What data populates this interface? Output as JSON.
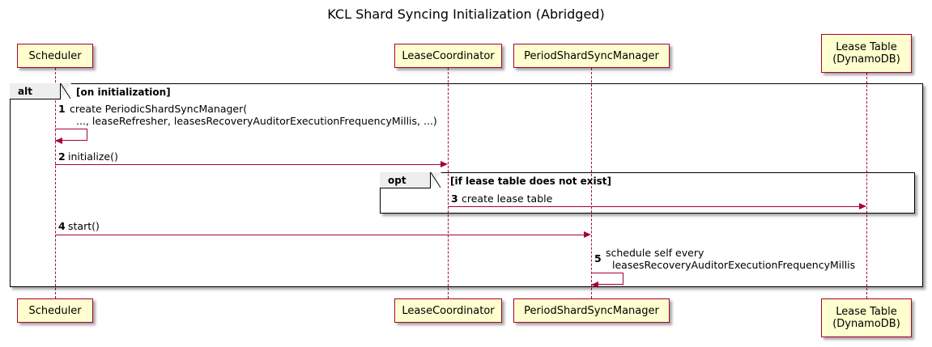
{
  "title": "KCL Shard Syncing Initialization (Abridged)",
  "diagram": {
    "type": "uml-sequence-diagram",
    "colors": {
      "participant_fill": "#FEFECE",
      "participant_border": "#A80036",
      "arrow": "#A80036",
      "fragment_border": "#000000",
      "fragment_tab_fill": "#EEEEEE",
      "text": "#000000",
      "background": "#FFFFFF"
    },
    "participants": [
      {
        "id": "scheduler",
        "label_line1": "Scheduler",
        "label_line2": ""
      },
      {
        "id": "leasecoordinator",
        "label_line1": "LeaseCoordinator",
        "label_line2": ""
      },
      {
        "id": "periodshardsyncmanager",
        "label_line1": "PeriodShardSyncManager",
        "label_line2": ""
      },
      {
        "id": "leasetable",
        "label_line1": "Lease Table",
        "label_line2": "(DynamoDB)"
      }
    ],
    "fragments": [
      {
        "id": "alt",
        "operator": "alt",
        "guard": "[on initialization]"
      },
      {
        "id": "opt",
        "operator": "opt",
        "guard": "[if lease table does not exist]"
      }
    ],
    "messages": [
      {
        "number": "1",
        "from": "scheduler",
        "to": "scheduler",
        "self": true,
        "text_line1": "create PeriodicShardSyncManager(",
        "text_line2": "..., leaseRefresher, leasesRecoveryAuditorExecutionFrequencyMillis, ...)"
      },
      {
        "number": "2",
        "from": "scheduler",
        "to": "leasecoordinator",
        "self": false,
        "text_line1": "initialize()",
        "text_line2": ""
      },
      {
        "number": "3",
        "from": "leasecoordinator",
        "to": "leasetable",
        "self": false,
        "text_line1": "create lease table",
        "text_line2": ""
      },
      {
        "number": "4",
        "from": "scheduler",
        "to": "periodshardsyncmanager",
        "self": false,
        "text_line1": "start()",
        "text_line2": ""
      },
      {
        "number": "5",
        "from": "periodshardsyncmanager",
        "to": "periodshardsyncmanager",
        "self": true,
        "text_line1": "schedule self every",
        "text_line2": "leasesRecoveryAuditorExecutionFrequencyMillis"
      }
    ]
  }
}
